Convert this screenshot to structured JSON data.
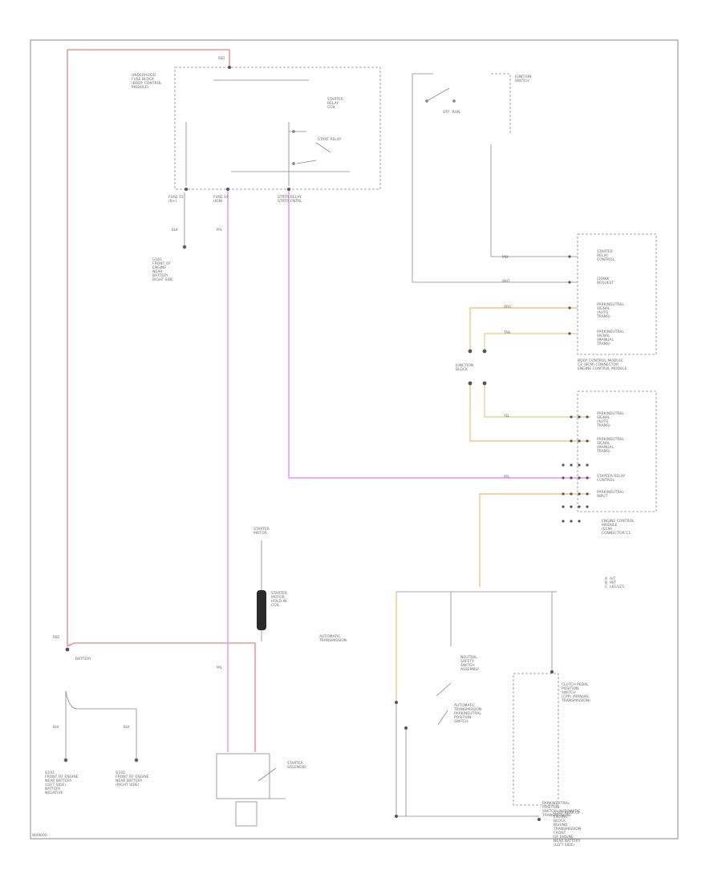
{
  "colors": {
    "red_wire": "#f08080",
    "pink_wire": "#ef8fef",
    "orange_wire": "#f2c48a",
    "tan_wire": "#e3d597",
    "line": "#6e6e6e"
  },
  "labels": {
    "body_control_module": "UNDERHOOD\nFUSE BLOCK\n(BODY CONTROL\nMODULE)",
    "cranking_relay": "STARTER\nRELAY\nCOIL",
    "start_relay": "START RELAY",
    "ignition_switch": "IGNITION\nSWITCH",
    "ign_switch_pos": "OFF  RUN",
    "fuse_left": "FUSE 15\n(B+)",
    "fuse_mid": "FUSE 19\n(IGN)",
    "fuse_right": "STRTR RELAY\nSTRTR CNTRL",
    "g1_desc": "G101\nFRONT OF\nENGINE\nNEAR\nBATTERY\nRIGHT SIDE",
    "ecm_ref_1": "STARTER\nRELAY\nCONTROL",
    "ecm_ref_2": "CRANK\nREQUEST",
    "ecm_ref_3": "PARK/NEUTRAL\nSIGNAL\n(AUTO\nTRANS)",
    "ecm_ref_4": "PARK/NEUTRAL\nSIGNAL\n(MANUAL\nTRANS)",
    "body_control_name": "BODY CONTROL MODULE\nC2 (BCM) CONNECTOR\nENGINE CONTROL MODULE",
    "jumper": "JUNCTION\nBLOCK",
    "ecm_ref_5": "PARK/NEUTRAL\nSIGNAL\n(AUTO\nTRANS)",
    "ecm_ref_6": "PARK/NEUTRAL\nSIGNAL\n(MANUAL\nTRANS)",
    "ecm_ref_7": "STARTER RELAY\nCONTROL",
    "ecm_ref_8": "PARK/NEUTRAL\nINPUT",
    "ecm_name": "ENGINE CONTROL\nMODULE\n(ECM)\nCONNECTOR C1",
    "legend": "A  A/T\nB  M/T\nC  L61/LE5",
    "starter_motor_coil": "STARTER\nMOTOR\nHOLD-IN\nCOIL",
    "automatic_transmission": "AUTOMATIC\nTRANSMISSION",
    "neutral_switch": "NEUTRAL\nSAFETY\nSWITCH\nASSEMBLY",
    "clutch_switch": "CLUTCH PEDAL\nPOSITION\nSWITCH\n(CPP) (MANUAL\nTRANSMISSION)",
    "park_neutral_switch": "PARK/NEUTRAL\nPOSITION\nSWITCH (AUTOMATIC\nTRANSMISSION)",
    "trans_range": "AUTOMATIC\nTRANSMISSION\nPARK/NEUTRAL\nPOSITION\nSWITCH",
    "battery": "BATTERY",
    "g101": "G101\nFRONT OF ENGINE\nNEAR BATTERY\n(LEFT SIDE)\nBATTERY\nNEGATIVE",
    "g102": "G102\nFRONT OF ENGINE\nNEAR BATTERY\n(RIGHT SIDE)",
    "starter_solenoid": "STARTER\nSOLENOID",
    "starter": "STARTER\nMOTOR",
    "g_bottom": "G107 REAR OF\nENGINE\nBLOCK\nBEHIND\nTRANSMISSION\nFRONT\nOF ENGINE\nNEAR BATTERY\n(LEFT SIDE)",
    "stamp": "W09000"
  },
  "wire_labels": {
    "red_top": "RED",
    "red_batt": "RED",
    "pink_1": "PPL",
    "pink_2": "PPL",
    "blk_1": "BLK",
    "blk_2": "BLK",
    "blk_3": "BLK",
    "ecm_w1": "PNK",
    "ecm_w2": "WHT",
    "ecm_w3": "ORG",
    "ecm_w4": "TAN",
    "ecm_w5": "YEL",
    "ecm_w6": "PPL"
  }
}
